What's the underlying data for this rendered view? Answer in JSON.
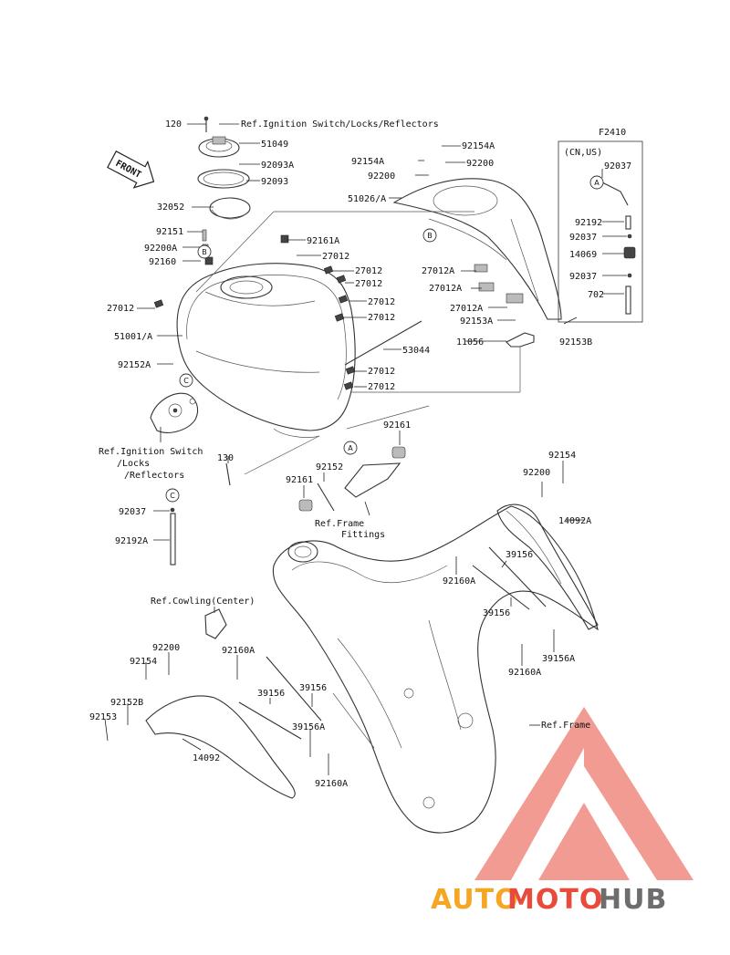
{
  "diagram_code": "F2410",
  "front_label": "FRONT",
  "region_box_label": "(CN,US)",
  "callouts": {
    "A": "A",
    "B": "B",
    "C": "C"
  },
  "parts": [
    {
      "id": "p120",
      "text": "120"
    },
    {
      "id": "ref_ign_top",
      "text": "Ref.Ignition Switch/Locks/Reflectors"
    },
    {
      "id": "p51049",
      "text": "51049"
    },
    {
      "id": "p92093A",
      "text": "92093A"
    },
    {
      "id": "p92093",
      "text": "92093"
    },
    {
      "id": "p32052",
      "text": "32052"
    },
    {
      "id": "p92151",
      "text": "92151"
    },
    {
      "id": "p92200A",
      "text": "92200A"
    },
    {
      "id": "p92160",
      "text": "92160"
    },
    {
      "id": "p92161A",
      "text": "92161A"
    },
    {
      "id": "p27012_a",
      "text": "27012"
    },
    {
      "id": "p27012_b",
      "text": "27012"
    },
    {
      "id": "p27012_c",
      "text": "27012"
    },
    {
      "id": "p27012_left",
      "text": "27012"
    },
    {
      "id": "p27012_d",
      "text": "27012"
    },
    {
      "id": "p27012_e",
      "text": "27012"
    },
    {
      "id": "p51001A",
      "text": "51001/A"
    },
    {
      "id": "p53044",
      "text": "53044"
    },
    {
      "id": "p92152A",
      "text": "92152A"
    },
    {
      "id": "p27012_f",
      "text": "27012"
    },
    {
      "id": "p27012_g",
      "text": "27012"
    },
    {
      "id": "ref_ign_1",
      "text": "Ref.Ignition Switch"
    },
    {
      "id": "ref_ign_2",
      "text": "/Locks"
    },
    {
      "id": "ref_ign_3",
      "text": "/Reflectors"
    },
    {
      "id": "p92154A_a",
      "text": "92154A"
    },
    {
      "id": "p92154A_b",
      "text": "92154A"
    },
    {
      "id": "p92200_top",
      "text": "92200"
    },
    {
      "id": "p92200_top2",
      "text": "92200"
    },
    {
      "id": "p51026A",
      "text": "51026/A"
    },
    {
      "id": "p27012A_a",
      "text": "27012A"
    },
    {
      "id": "p27012A_b",
      "text": "27012A"
    },
    {
      "id": "p27012A_c",
      "text": "27012A"
    },
    {
      "id": "p92153A",
      "text": "92153A"
    },
    {
      "id": "p11056",
      "text": "11056"
    },
    {
      "id": "p92153B",
      "text": "92153B"
    },
    {
      "id": "p92037_box1",
      "text": "92037"
    },
    {
      "id": "p92192",
      "text": "92192"
    },
    {
      "id": "p92037_box2",
      "text": "92037"
    },
    {
      "id": "p14069",
      "text": "14069"
    },
    {
      "id": "p92037_box3",
      "text": "92037"
    },
    {
      "id": "p702",
      "text": "702"
    },
    {
      "id": "p92161_right",
      "text": "92161"
    },
    {
      "id": "p130",
      "text": "130"
    },
    {
      "id": "p92152",
      "text": "92152"
    },
    {
      "id": "p92161_left",
      "text": "92161"
    },
    {
      "id": "ref_frame_fit_1",
      "text": "Ref.Frame"
    },
    {
      "id": "ref_frame_fit_2",
      "text": "Fittings"
    },
    {
      "id": "p92037_c",
      "text": "92037"
    },
    {
      "id": "p92192A",
      "text": "92192A"
    },
    {
      "id": "p92154_r",
      "text": "92154"
    },
    {
      "id": "p92200_r",
      "text": "92200"
    },
    {
      "id": "p14092A",
      "text": "14092A"
    },
    {
      "id": "p39156_r1",
      "text": "39156"
    },
    {
      "id": "p92160A_r",
      "text": "92160A"
    },
    {
      "id": "p39156_r2",
      "text": "39156"
    },
    {
      "id": "p39156A_r",
      "text": "39156A"
    },
    {
      "id": "p92160A_r2",
      "text": "92160A"
    },
    {
      "id": "ref_cowling",
      "text": "Ref.Cowling(Center)"
    },
    {
      "id": "p92200_l",
      "text": "92200"
    },
    {
      "id": "p92154_l",
      "text": "92154"
    },
    {
      "id": "p92160A_l",
      "text": "92160A"
    },
    {
      "id": "p39156_l1",
      "text": "39156"
    },
    {
      "id": "p39156_l2",
      "text": "39156"
    },
    {
      "id": "p92152B",
      "text": "92152B"
    },
    {
      "id": "p92153",
      "text": "92153"
    },
    {
      "id": "p39156A_l",
      "text": "39156A"
    },
    {
      "id": "ref_frame",
      "text": "Ref.Frame"
    },
    {
      "id": "p14092",
      "text": "14092"
    },
    {
      "id": "p92160A_l2",
      "text": "92160A"
    }
  ],
  "watermark": {
    "part1": "AUTO",
    "part2": "MOTO",
    "part3": "HUB",
    "color_orange": "#f5a623",
    "color_red": "#e84a3c",
    "color_grey": "#6d6d6d"
  }
}
